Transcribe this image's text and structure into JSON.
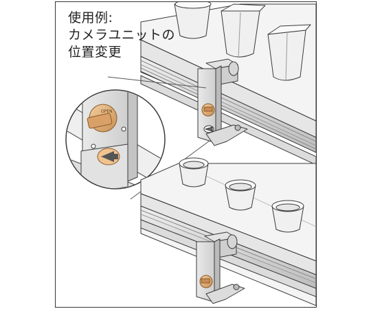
{
  "caption": {
    "line1": "使用例:",
    "line2": "カメラユニットの",
    "line3": "位置変更"
  },
  "colors": {
    "line": "#3a3a3a",
    "metal_light": "#f2f2f2",
    "metal_mid": "#d9d9d9",
    "metal_dark": "#a8a8a8",
    "brass": "#e2b27a",
    "brass_dark": "#b9864f"
  },
  "icons": [
    "camera-unit",
    "knob",
    "cup",
    "rail",
    "bracket"
  ]
}
